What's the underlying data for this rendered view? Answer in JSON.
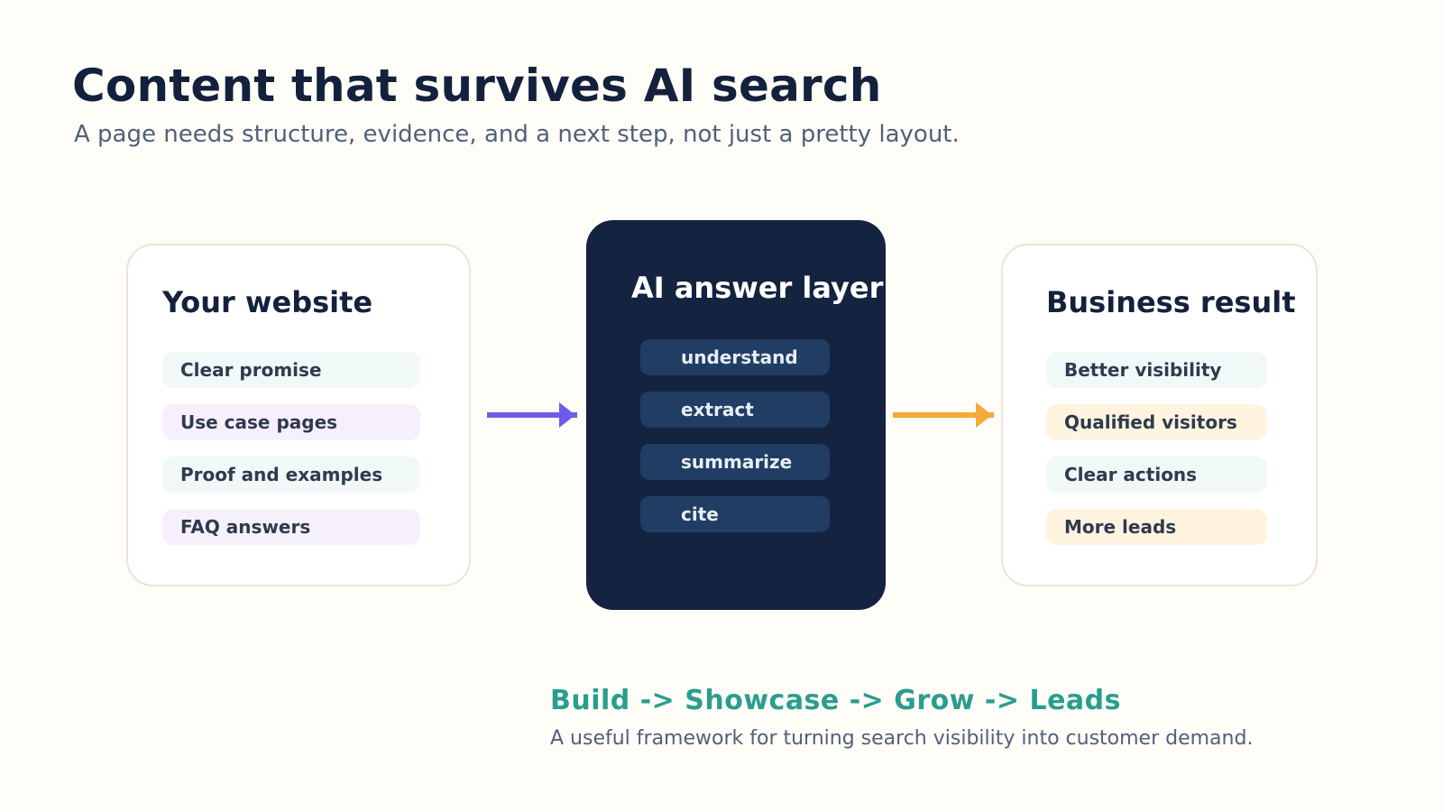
{
  "header": {
    "title": "Content that survives AI search",
    "subtitle": "A page needs structure, evidence, and a next step, not just a pretty layout."
  },
  "website": {
    "title": "Your website",
    "items": [
      "Clear promise",
      "Use case pages",
      "Proof and examples",
      "FAQ answers"
    ]
  },
  "ai_layer": {
    "title": "AI answer layer",
    "steps": [
      "understand",
      "extract",
      "summarize",
      "cite"
    ]
  },
  "result": {
    "title": "Business result",
    "items": [
      "Better visibility",
      "Qualified visitors",
      "Clear actions",
      "More leads"
    ]
  },
  "footer": {
    "framework": "Build -> Showcase -> Grow -> Leads",
    "description": "A useful framework for turning search visibility into customer demand."
  },
  "colors": {
    "navy": "#14213d",
    "panel": "#14233f",
    "step": "#213d63",
    "teal": "#2a9d8f",
    "arrow_left": "#6c5ce7",
    "arrow_right": "#f4a93a",
    "pill_teal": "#f0f9f7",
    "pill_violet": "#f6f0fd",
    "pill_amber": "#fff4e0"
  }
}
